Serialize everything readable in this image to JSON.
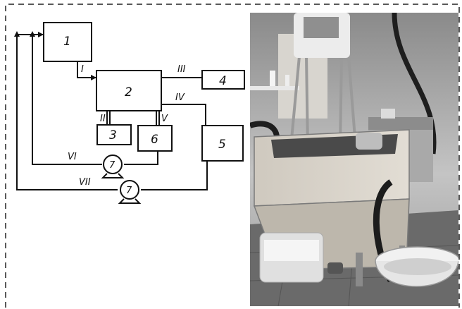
{
  "diagram": {
    "blocks": [
      {
        "id": "block-1",
        "label": "1"
      },
      {
        "id": "block-2",
        "label": "2"
      },
      {
        "id": "block-3",
        "label": "3"
      },
      {
        "id": "block-4",
        "label": "4"
      },
      {
        "id": "block-5",
        "label": "5"
      },
      {
        "id": "block-6",
        "label": "6"
      }
    ],
    "streams": [
      "I",
      "II",
      "III",
      "IV",
      "V",
      "VI",
      "VII"
    ],
    "pump_label": "7"
  },
  "photo": {
    "description_free": true,
    "palette": {
      "wall": "#bdbdbd",
      "tank": "#d4d0c8",
      "floor": "#6e6e6e",
      "dark": "#2a2a2a"
    }
  }
}
